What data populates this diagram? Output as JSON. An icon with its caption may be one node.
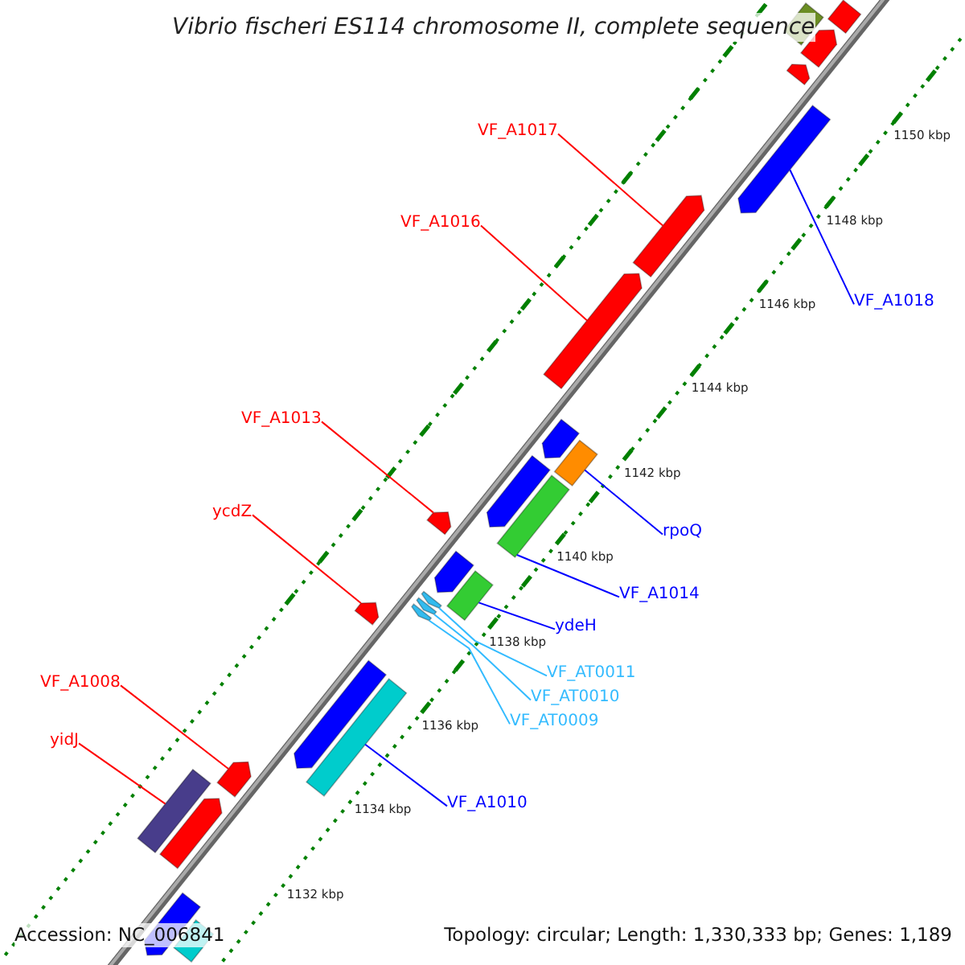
{
  "diagram": {
    "title": "Vibrio fischeri ES114 chromosome II, complete sequence",
    "nodes": [
      {
        "text": [],
        "shape": "bar"
      },
      {
        "text": [],
        "shape": "bar"
      },
      {
        "text": [],
        "shape": "bar"
      },
      {
        "text": [],
        "shape": "bar"
      },
      {
        "text": [
          "VF_A1017"
        ]
      },
      {
        "text": [],
        "shape": "bar"
      },
      {
        "text": [
          "VF_A1016"
        ]
      },
      {
        "text": [],
        "shape": "bar"
      },
      {
        "text": [
          "VF_A1018"
        ]
      },
      {
        "text": [],
        "shape": "bar"
      },
      {
        "text": [
          "VF_A1013"
        ]
      },
      {
        "text": [],
        "shape": "bar"
      },
      {
        "text": [],
        "shape": "bar"
      },
      {
        "text": [],
        "shape": "bar"
      },
      {
        "text": [],
        "shape": "bar"
      },
      {
        "text": [],
        "shape": "bar"
      },
      {
        "text": [
          "ycdZ"
        ]
      },
      {
        "text": [
          "rpoQ"
        ]
      },
      {
        "text": [],
        "shape": "bar"
      },
      {
        "text": [
          "VF_A1014"
        ]
      },
      {
        "text": [],
        "shape": "bar"
      },
      {
        "text": [],
        "shape": "bar"
      },
      {
        "text": [],
        "shape": "bar"
      },
      {
        "text": [],
        "shape": "bar"
      },
      {
        "text": [],
        "shape": "bar"
      },
      {
        "text": [
          "ydeH"
        ]
      },
      {
        "text": [
          "VF_AT0011"
        ]
      },
      {
        "text": [
          "VF_AT0010"
        ]
      },
      {
        "text": [],
        "shape": "bar"
      },
      {
        "text": [
          "VF_A1008"
        ]
      },
      {
        "text": [
          "VF_AT0009"
        ]
      },
      {
        "text": [],
        "shape": "bar"
      },
      {
        "text": [
          "yidJ"
        ]
      },
      {
        "text": [],
        "shape": "bar"
      },
      {
        "text": [
          "VF_A1010"
        ]
      },
      {
        "text": [],
        "shape": "bar"
      },
      {
        "text": [],
        "shape": "bar"
      },
      {
        "text": [],
        "shape": "bar"
      },
      {
        "text": [],
        "shape": "bar"
      }
    ],
    "edges": [
      {
        "from": 4,
        "to": 7,
        "arrow": "none"
      },
      {
        "from": 6,
        "to": 9,
        "arrow": "none"
      },
      {
        "from": 8,
        "to": 5,
        "arrow": "none",
        "color": "#0000ff"
      },
      {
        "from": 10,
        "to": 15,
        "arrow": "none"
      },
      {
        "from": 16,
        "to": 21,
        "arrow": "none"
      },
      {
        "from": 17,
        "to": 12,
        "arrow": "none",
        "color": "#0000ff"
      },
      {
        "from": 19,
        "to": 14,
        "arrow": "none",
        "color": "#0000ff"
      },
      {
        "from": 25,
        "to": 20,
        "arrow": "none",
        "color": "#0000ff"
      },
      {
        "from": 26,
        "to": 22,
        "arrow": "none",
        "color": "#33bbff"
      },
      {
        "from": 27,
        "to": 23,
        "arrow": "none",
        "color": "#33bbff"
      },
      {
        "from": 30,
        "to": 24,
        "arrow": "none",
        "color": "#33bbff"
      },
      {
        "from": 29,
        "to": 33,
        "arrow": "none"
      },
      {
        "from": 32,
        "to": 35,
        "arrow": "none"
      },
      {
        "from": 34,
        "to": 31,
        "arrow": "none",
        "color": "#0000ff"
      }
    ],
    "labels": [
      "1150 kbp",
      "1148 kbp",
      "1146 kbp",
      "1144 kbp",
      "1142 kbp",
      "1140 kbp",
      "1138 kbp",
      "1136 kbp",
      "1134 kbp",
      "1132 kbp",
      "Accession: NC_006841",
      "Topology: circular; Length: 1,330,333 bp; Genes: 1,189"
    ]
  }
}
